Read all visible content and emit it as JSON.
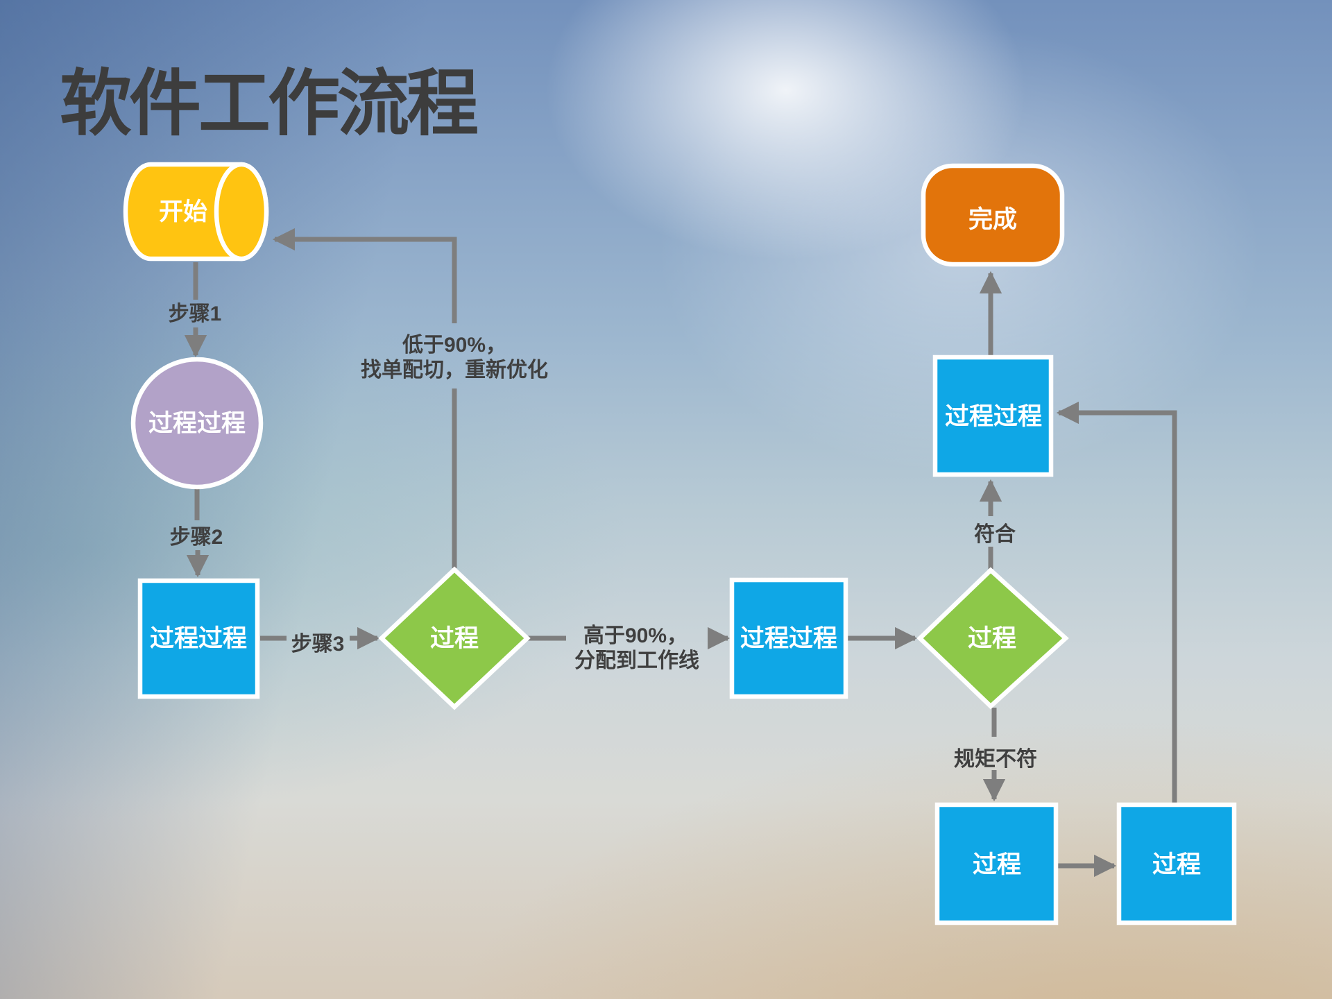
{
  "slide": {
    "title": "软件工作流程"
  },
  "nodes": {
    "start": {
      "label": "开始",
      "shape": "cylinder",
      "color": "#FFC411"
    },
    "process_circle": {
      "label": "过程过程",
      "shape": "circle",
      "color": "#B2A2C8"
    },
    "process_square_1": {
      "label": "过程过程",
      "shape": "square",
      "color": "#0FA7E6"
    },
    "decision_1": {
      "label": "过程",
      "shape": "diamond",
      "color": "#8DC849"
    },
    "process_square_2": {
      "label": "过程过程",
      "shape": "square",
      "color": "#0FA7E6"
    },
    "decision_2": {
      "label": "过程",
      "shape": "diamond",
      "color": "#8DC849"
    },
    "process_square_3": {
      "label": "过程过程",
      "shape": "square",
      "color": "#0FA7E6"
    },
    "finish": {
      "label": "完成",
      "shape": "terminator",
      "color": "#E2740B"
    },
    "process_square_4": {
      "label": "过程",
      "shape": "square",
      "color": "#0FA7E6"
    },
    "process_square_5": {
      "label": "过程",
      "shape": "square",
      "color": "#0FA7E6"
    }
  },
  "edge_labels": {
    "step1": "步骤1",
    "step2": "步骤2",
    "step3": "步骤3",
    "below_90_line1": "低于90%，",
    "below_90_line2": "找单配切，重新优化",
    "above_90_line1": "高于90%，",
    "above_90_line2": "分配到工作线",
    "match": "符合",
    "not_match": "规矩不符"
  },
  "style_colors": {
    "connector_gray": "#7E7E7E",
    "edge_label_text": "#3F3F3F",
    "node_label_text": "#FFFFFF",
    "title_text": "#3D3D3D",
    "shape_outline": "#FFFFFF"
  }
}
